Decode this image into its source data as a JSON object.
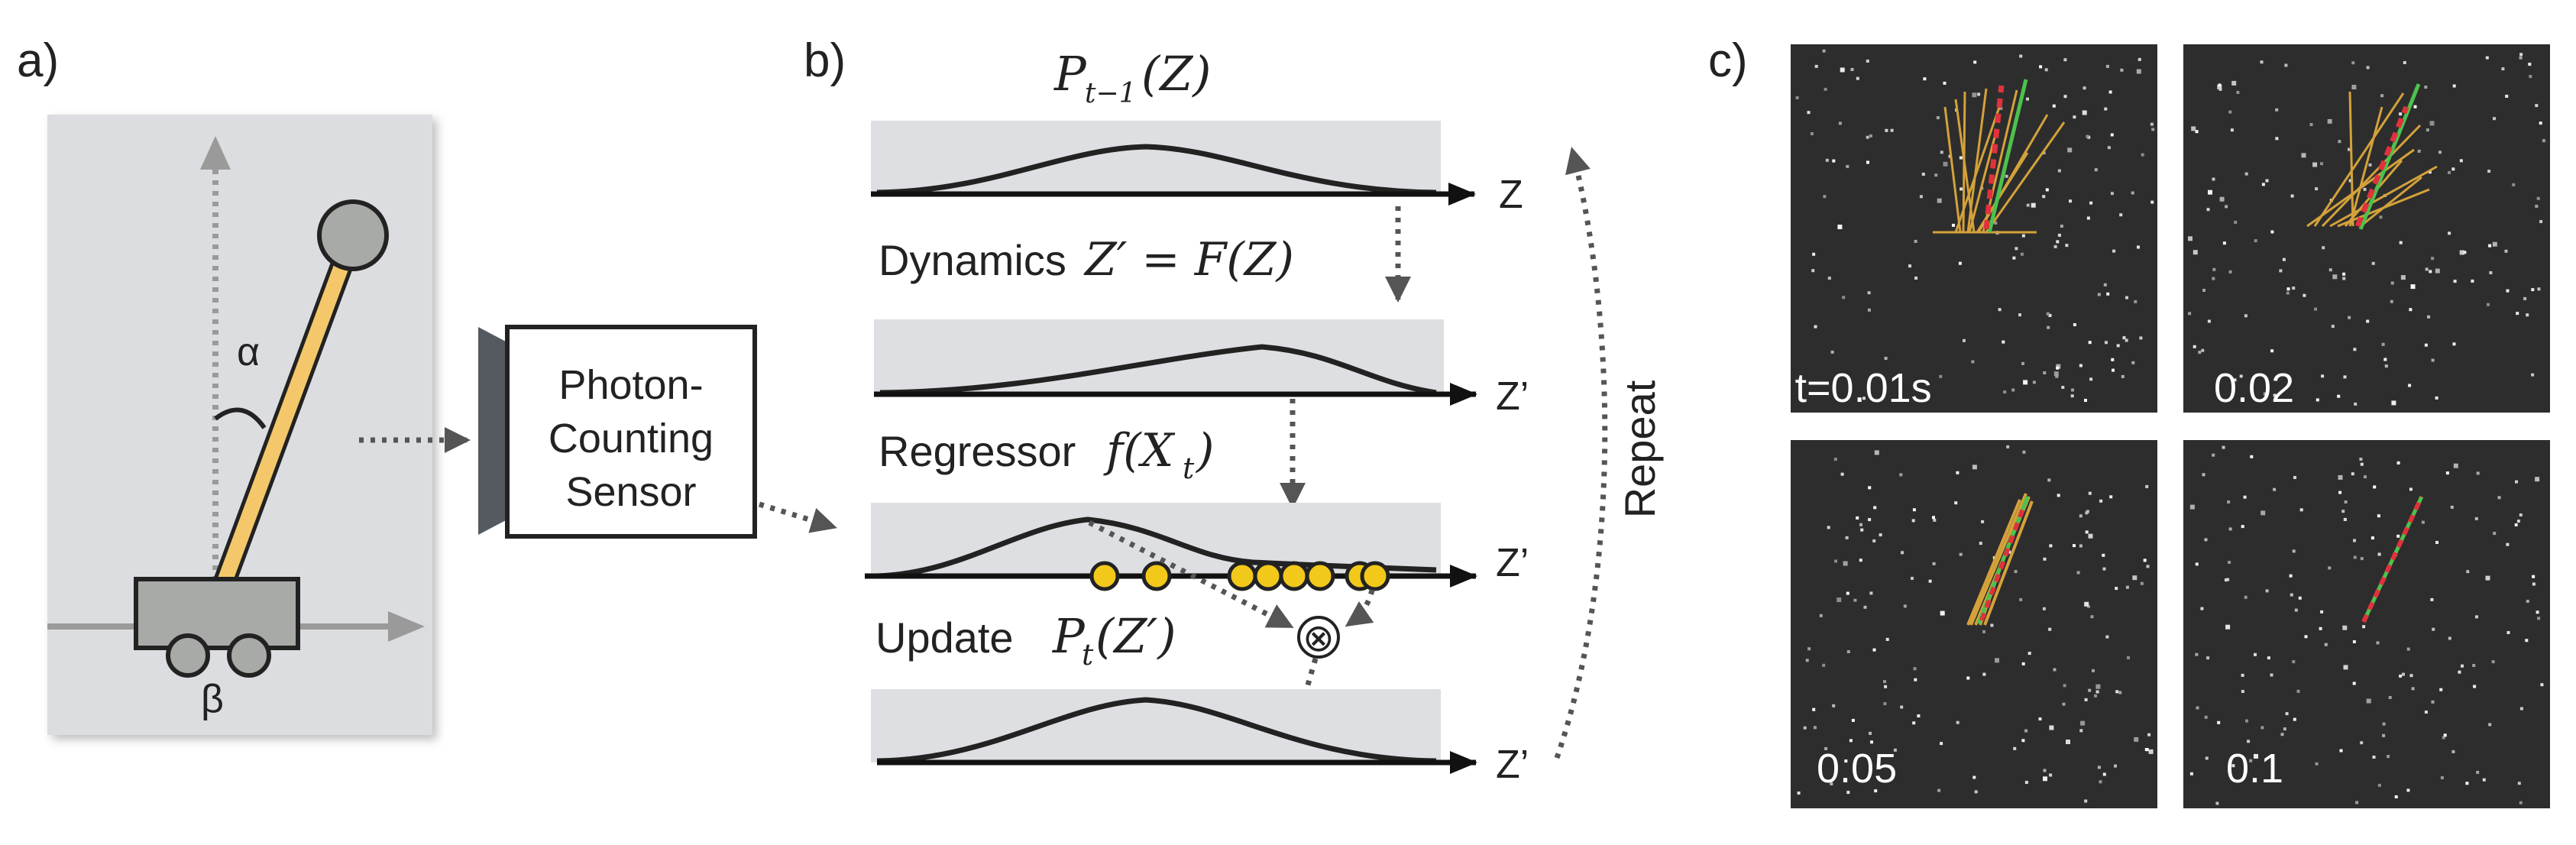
{
  "panels": {
    "a": {
      "label": "a)",
      "alpha": "α",
      "beta": "β"
    },
    "b": {
      "label": "b)"
    },
    "c": {
      "label": "c)"
    }
  },
  "sensor": {
    "line1": "Photon-",
    "line2": "Counting",
    "line3": "Sensor"
  },
  "pipeline": {
    "top_title": "P",
    "top_title_sub": "t−1",
    "top_title_arg": "(Z)",
    "axis1": "Z",
    "dynamics_word": "Dynamics",
    "dynamics_eq": "Z′ = F(Z)",
    "axis2": "Z’",
    "regressor_word": "Regressor",
    "regressor_f": "f(X",
    "regressor_sub": "t",
    "regressor_close": ")",
    "axis3": "Z’",
    "update_word": "Update",
    "update_p": "P",
    "update_sub": "t",
    "update_arg": "(Z′)",
    "axis4": "Z’",
    "repeat": "Repeat",
    "otimes": "⊗"
  },
  "frames": [
    {
      "label": "t=0.01s"
    },
    {
      "label": "0.02"
    },
    {
      "label": "0.05"
    },
    {
      "label": "0.1"
    }
  ],
  "colors": {
    "panel_bg": "#dcdde0",
    "band_bg": "#dedfe2",
    "pole": "#f4c86a",
    "cart": "#a8aaa8",
    "sensor_dark": "#555a60",
    "frame_bg": "#2d2d2d",
    "particle_gold": "#d4a23a",
    "estimate_red": "#e0323c",
    "truth_green": "#4cc24c",
    "sample_yellow": "#f2c81a"
  }
}
